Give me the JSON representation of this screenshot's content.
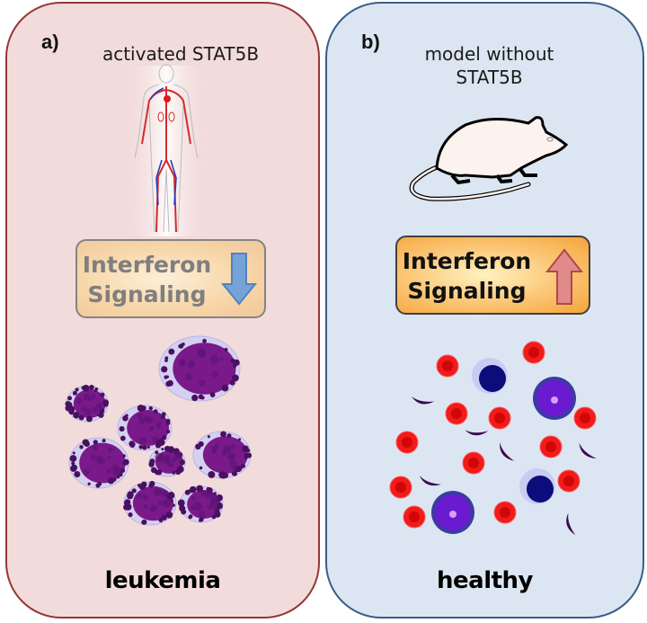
{
  "panels": {
    "a": {
      "label": "a)",
      "caption": "activated STAT5B",
      "illustration": "human-circulatory-system-icon",
      "signal_box": {
        "line1": "Interferon",
        "line2": "Signaling",
        "arrow": "down",
        "arrow_color": "#6fa0d8"
      },
      "cells": "leukemia-blast-cells",
      "outcome": "leukemia",
      "background_color": "#f2dcdb",
      "border_color": "#953735"
    },
    "b": {
      "label": "b)",
      "caption_line1": "model without",
      "caption_line2": "STAT5B",
      "illustration": "mouse-icon",
      "signal_box": {
        "line1": "Interferon",
        "line2": "Signaling",
        "arrow": "up",
        "arrow_color": "#e08a8a"
      },
      "cells": "healthy-blood-cells",
      "outcome": "healthy",
      "background_color": "#dce6f2",
      "border_color": "#385d8a"
    }
  }
}
